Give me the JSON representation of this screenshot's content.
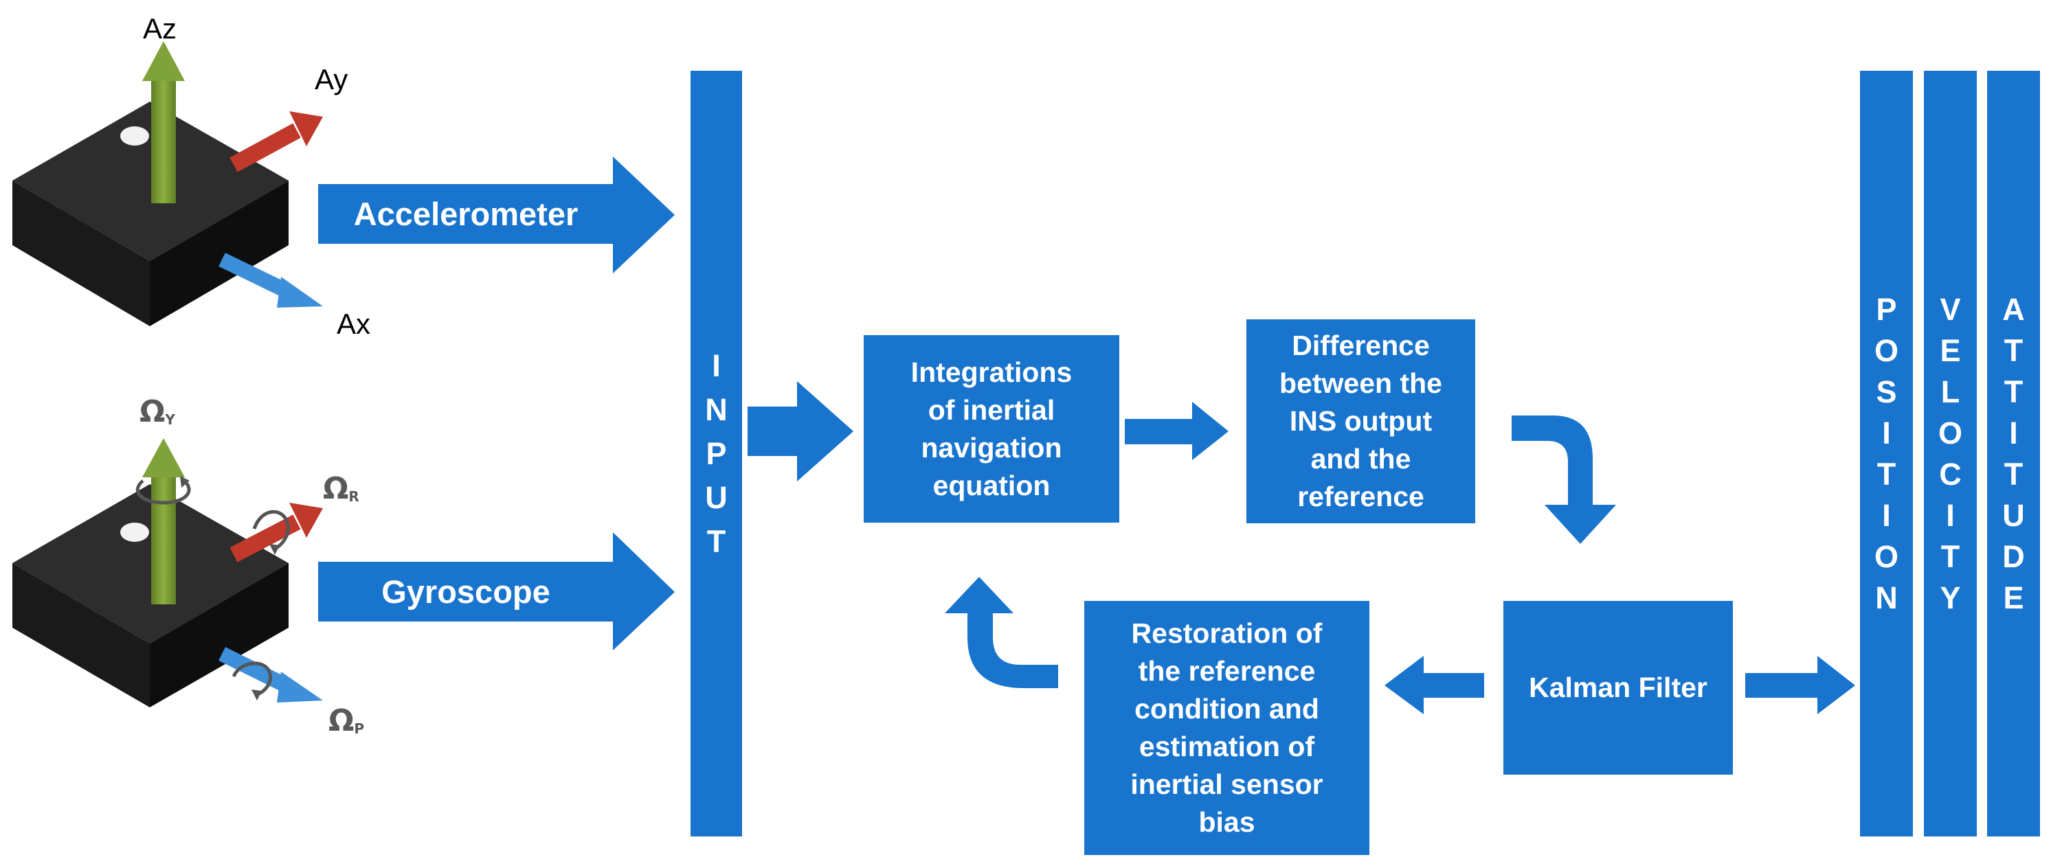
{
  "accelerometer": {
    "label": "Accelerometer",
    "axes": {
      "z": "Az",
      "y": "Ay",
      "x": "Ax"
    }
  },
  "gyroscope": {
    "label": "Gyroscope",
    "axes": {
      "yaw": {
        "symbol": "Ω",
        "sub": "Y"
      },
      "roll": {
        "symbol": "Ω",
        "sub": "R"
      },
      "pitch": {
        "symbol": "Ω",
        "sub": "P"
      }
    }
  },
  "input_bar": {
    "letters": [
      "I",
      "N",
      "P",
      "U",
      "T"
    ]
  },
  "blocks": {
    "integration": [
      "Integrations",
      "of inertial",
      "navigation",
      "equation"
    ],
    "difference": [
      "Difference",
      "between the",
      "INS output",
      "and the",
      "reference"
    ],
    "kalman": [
      "Kalman Filter"
    ],
    "restoration": [
      "Restoration of",
      "the reference",
      "condition and",
      "estimation of",
      "inertial sensor",
      "bias"
    ]
  },
  "outputs": [
    {
      "key": "position",
      "letters": [
        "P",
        "O",
        "S",
        "I",
        "T",
        "I",
        "O",
        "N"
      ]
    },
    {
      "key": "velocity",
      "letters": [
        "V",
        "E",
        "L",
        "O",
        "C",
        "I",
        "T",
        "Y"
      ]
    },
    {
      "key": "attitude",
      "letters": [
        "A",
        "T",
        "T",
        "I",
        "T",
        "U",
        "D",
        "E"
      ]
    }
  ],
  "colors": {
    "block_blue": "#1874CD",
    "chip_top": "#2b2b2b",
    "chip_side": "#151515",
    "axis_green": "#7FA23A",
    "axis_red": "#C0392B",
    "axis_blue": "#3E8FD9",
    "omega_gray": "#595959"
  }
}
